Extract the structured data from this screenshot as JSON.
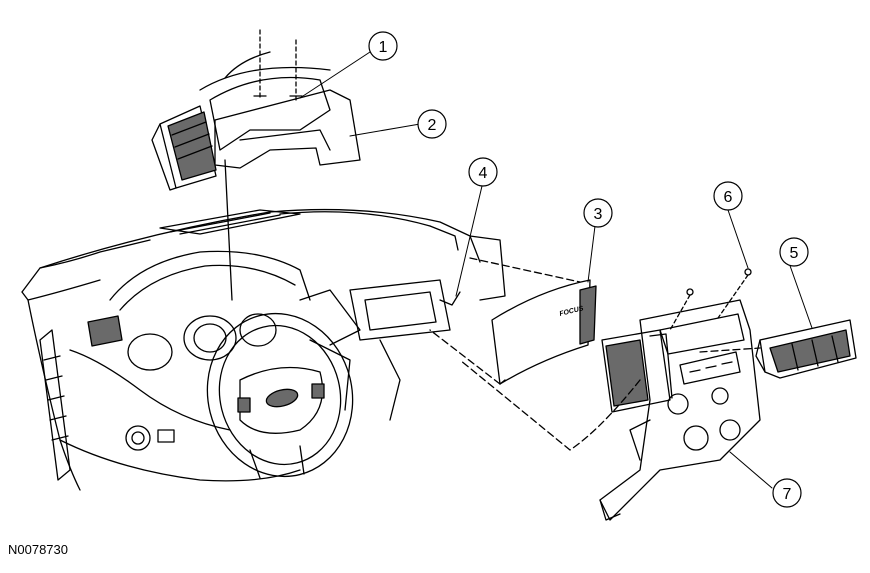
{
  "figure": {
    "reference_id": "N0078730",
    "callouts": [
      "1",
      "2",
      "3",
      "4",
      "5",
      "6",
      "7"
    ],
    "airbag_badge": "FOCUS",
    "colors": {
      "stroke": "#000000",
      "background": "#ffffff",
      "shade": "#6a6a6a"
    }
  }
}
